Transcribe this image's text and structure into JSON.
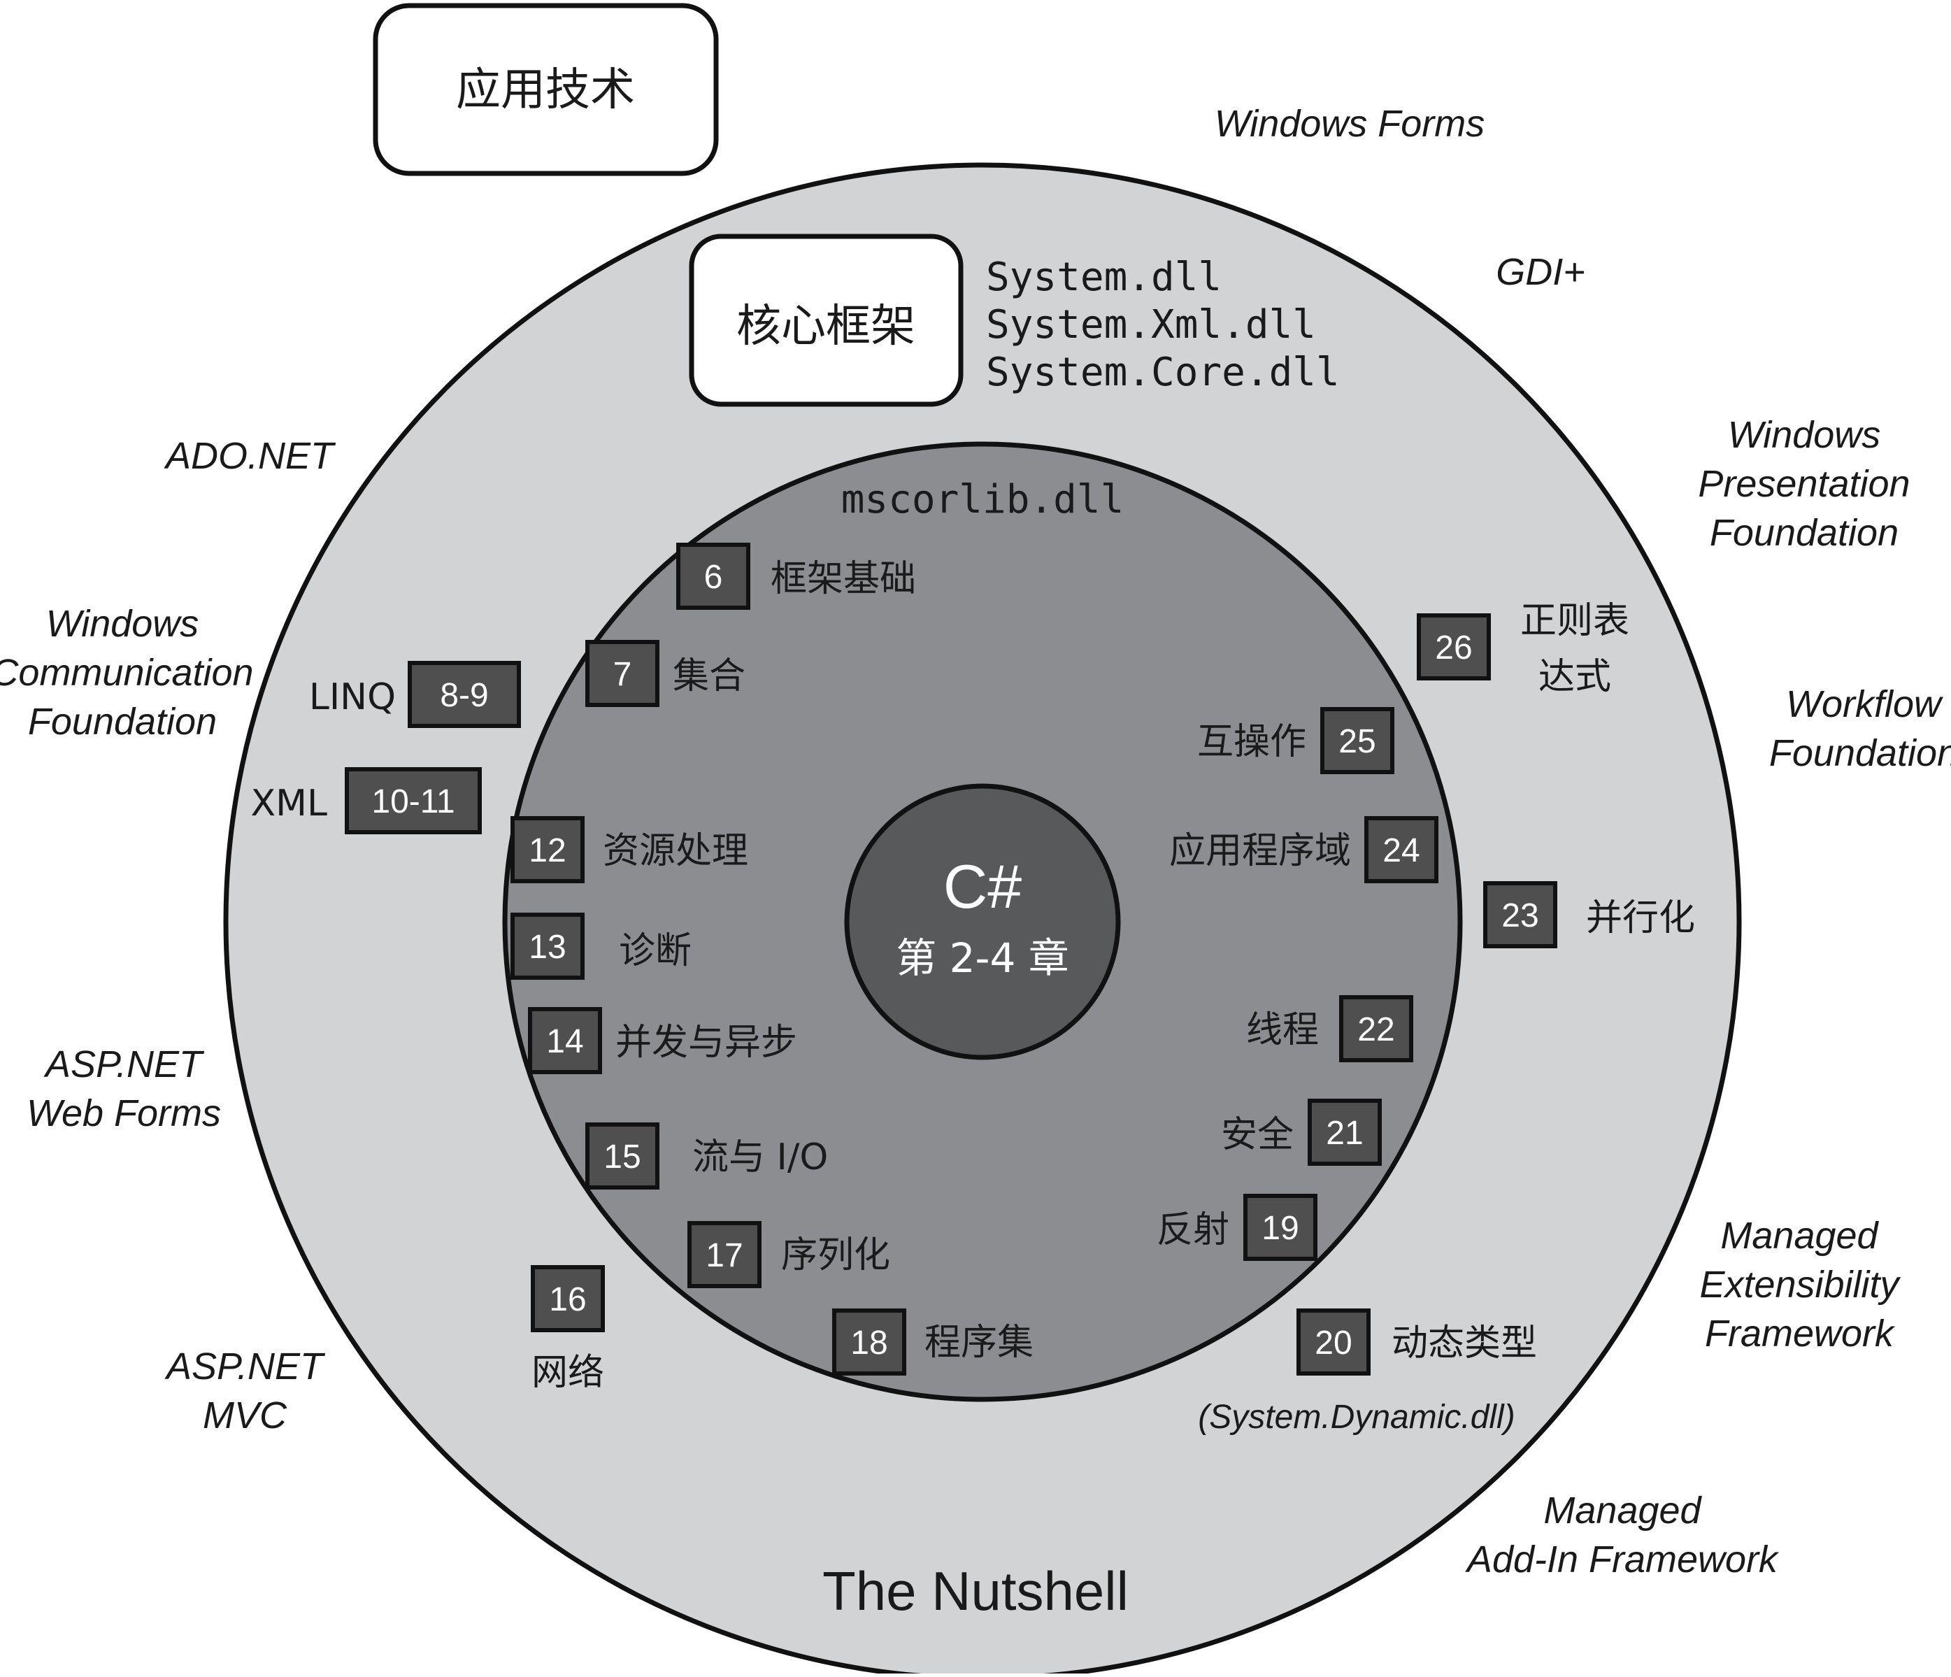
{
  "colors": {
    "outer_ring": "#d2d3d5",
    "middle_ring": "#8c8d90",
    "center": "#58595b",
    "chapter_box": "#4f4f50",
    "outline": "#111111"
  },
  "legend": {
    "application_tech": "应用技术",
    "core_framework": "核心框架"
  },
  "core_dlls": [
    "System.dll",
    "System.Xml.dll",
    "System.Core.dll"
  ],
  "mscorlib": "mscorlib.dll",
  "center": {
    "title": "C#",
    "subtitle": "第 2-4 章"
  },
  "outer_title": "The Nutshell",
  "technologies": [
    {
      "id": "windows-forms",
      "lines": [
        "Windows Forms"
      ]
    },
    {
      "id": "gdi-plus",
      "lines": [
        "GDI+"
      ]
    },
    {
      "id": "wpf",
      "lines": [
        "Windows",
        "Presentation",
        "Foundation"
      ]
    },
    {
      "id": "workflow",
      "lines": [
        "Workflow",
        "Foundation"
      ]
    },
    {
      "id": "mef",
      "lines": [
        "Managed",
        "Extensibility",
        "Framework"
      ]
    },
    {
      "id": "maf",
      "lines": [
        "Managed",
        "Add-In Framework"
      ]
    },
    {
      "id": "ado-net",
      "lines": [
        "ADO.NET"
      ]
    },
    {
      "id": "wcf",
      "lines": [
        "Windows",
        "Communication",
        "Foundation"
      ]
    },
    {
      "id": "asp-webforms",
      "lines": [
        "ASP.NET",
        "Web Forms"
      ]
    },
    {
      "id": "asp-mvc",
      "lines": [
        "ASP.NET",
        "MVC"
      ]
    }
  ],
  "chapters": [
    {
      "id": "ch6",
      "num": "6",
      "label": "框架基础"
    },
    {
      "id": "ch7",
      "num": "7",
      "label": "集合"
    },
    {
      "id": "ch8-9",
      "num": "8-9",
      "label": "LINQ"
    },
    {
      "id": "ch10-11",
      "num": "10-11",
      "label": "XML"
    },
    {
      "id": "ch12",
      "num": "12",
      "label": "资源处理"
    },
    {
      "id": "ch13",
      "num": "13",
      "label": "诊断"
    },
    {
      "id": "ch14",
      "num": "14",
      "label": "并发与异步"
    },
    {
      "id": "ch15",
      "num": "15",
      "label": "流与 I/O"
    },
    {
      "id": "ch16",
      "num": "16",
      "label": "网络"
    },
    {
      "id": "ch17",
      "num": "17",
      "label": "序列化"
    },
    {
      "id": "ch18",
      "num": "18",
      "label": "程序集"
    },
    {
      "id": "ch19",
      "num": "19",
      "label": "反射"
    },
    {
      "id": "ch20",
      "num": "20",
      "label": "动态类型",
      "note": "(System.Dynamic.dll)"
    },
    {
      "id": "ch21",
      "num": "21",
      "label": "安全"
    },
    {
      "id": "ch22",
      "num": "22",
      "label": "线程"
    },
    {
      "id": "ch23",
      "num": "23",
      "label": "并行化"
    },
    {
      "id": "ch24",
      "num": "24",
      "label": "应用程序域"
    },
    {
      "id": "ch25",
      "num": "25",
      "label": "互操作"
    },
    {
      "id": "ch26",
      "num": "26",
      "label": [
        "正则表",
        "达式"
      ]
    }
  ]
}
